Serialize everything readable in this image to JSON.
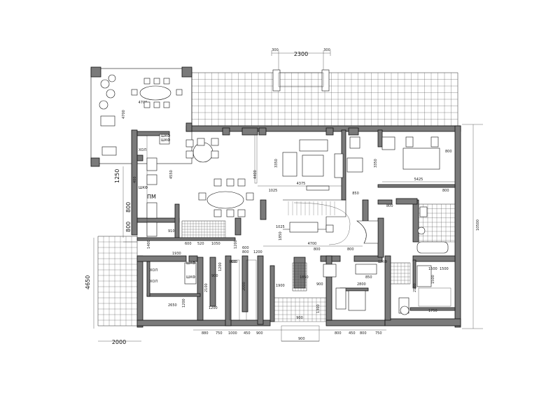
{
  "dimensions": {
    "top_window": [
      "300",
      "2300",
      "300"
    ],
    "left_terrace": "4700",
    "left_terrace_v": "4700",
    "dining_v": "4550",
    "living_v": "4400",
    "sofa_v": "3350",
    "hall_h": "4375",
    "stair_v": "3350",
    "bed_h": "5425",
    "k1": "800",
    "k2": "1025",
    "k3": "850",
    "k4": "800",
    "k5": "800",
    "corr_h": "1025",
    "corr_v": "1850",
    "corr2": "4700",
    "corr3": "800",
    "corr4": "800",
    "right_total": "10500",
    "left_total": "4650",
    "left_small1": "1250",
    "left_small2": "400",
    "left_small3": "800",
    "left_small4": "800",
    "bottom_total": "2000",
    "b1": "880",
    "b2": "750",
    "b3": "1000",
    "b4": "450",
    "b5": "900",
    "b6": "900",
    "b7": "800",
    "b8": "450",
    "b9": "800",
    "b10": "750",
    "bath1": "1500",
    "bath2": "1500",
    "bath3": "1750",
    "bath4": "1500",
    "bath5": "2100",
    "bath6": "2800",
    "bath7": "900",
    "bath8": "850",
    "room_a": "2650",
    "room_b": "1200",
    "room_c": "2100",
    "room_d": "1200",
    "room_e": "1850",
    "room_f": "900",
    "room_g": "1900",
    "room_h": "1300",
    "row1": [
      "600",
      "520",
      "1050",
      "800",
      "1200"
    ],
    "row2": [
      "1930",
      "600",
      "800",
      "1200"
    ],
    "misc1": "910",
    "misc2": "1400",
    "misc3": "900",
    "misc4": "600",
    "misc5": "1200",
    "misc6": "2000"
  },
  "labels": {
    "cab1": "ШКФ",
    "cab2": "ШКФ",
    "cab3": "ШКФ",
    "cab4": "ШКФ",
    "cab5": "ШКФ",
    "cab6": "ШКФ",
    "pm": "ПМ",
    "xol1": "ХОЛ",
    "xol2": "ХОЛ",
    "xol3": "ХОЛ"
  }
}
